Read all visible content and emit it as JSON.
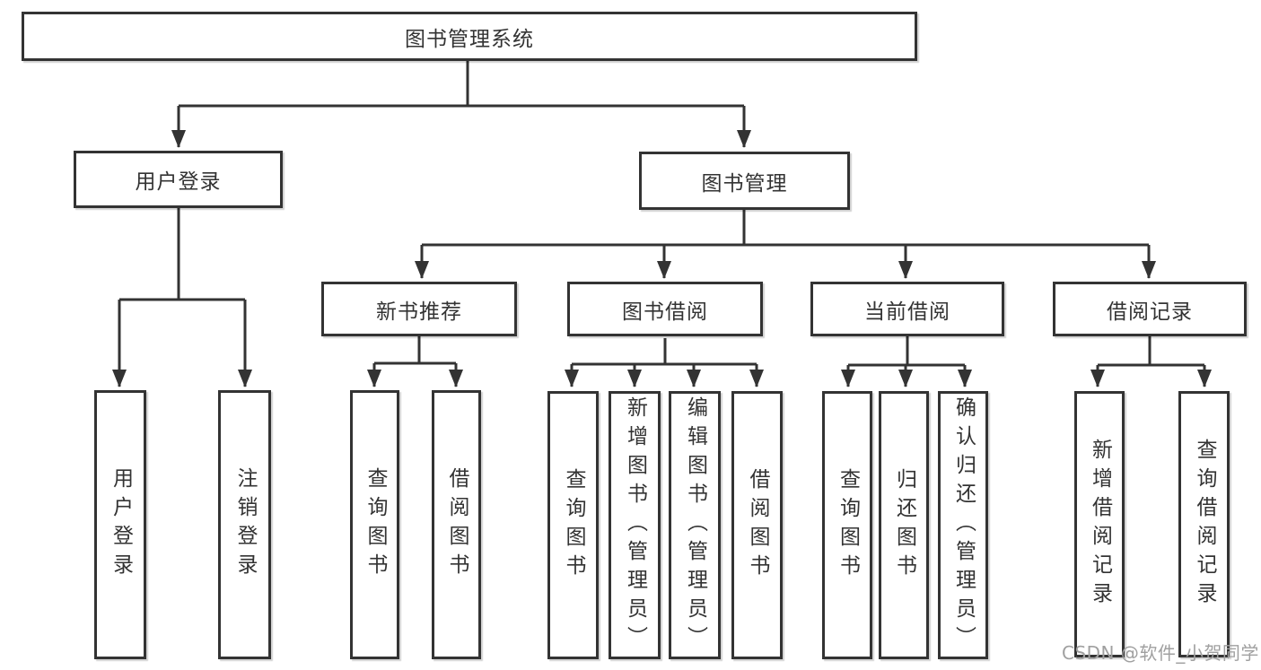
{
  "colors": {
    "line": "#333333",
    "text": "#333333",
    "bg": "#ffffff",
    "watermark": "#a0a0a0"
  },
  "tree": {
    "root": {
      "label": "图书管理系统"
    },
    "branches": [
      {
        "label": "用户登录",
        "children": [
          {
            "label": "用户登录"
          },
          {
            "label": "注销登录"
          }
        ]
      },
      {
        "label": "图书管理",
        "children": [
          {
            "label": "新书推荐",
            "children": [
              {
                "label": "查询图书"
              },
              {
                "label": "借阅图书"
              }
            ]
          },
          {
            "label": "图书借阅",
            "children": [
              {
                "label": "查询图书"
              },
              {
                "label": "新增图书（管理员）"
              },
              {
                "label": "编辑图书（管理员）"
              },
              {
                "label": "借阅图书"
              }
            ]
          },
          {
            "label": "当前借阅",
            "children": [
              {
                "label": "查询图书"
              },
              {
                "label": "归还图书"
              },
              {
                "label": "确认归还（管理员）"
              }
            ]
          },
          {
            "label": "借阅记录",
            "children": [
              {
                "label": "新增借阅记录"
              },
              {
                "label": "查询借阅记录"
              }
            ]
          }
        ]
      }
    ]
  },
  "watermark": {
    "text": "CSDN @软件_小贺同学"
  }
}
